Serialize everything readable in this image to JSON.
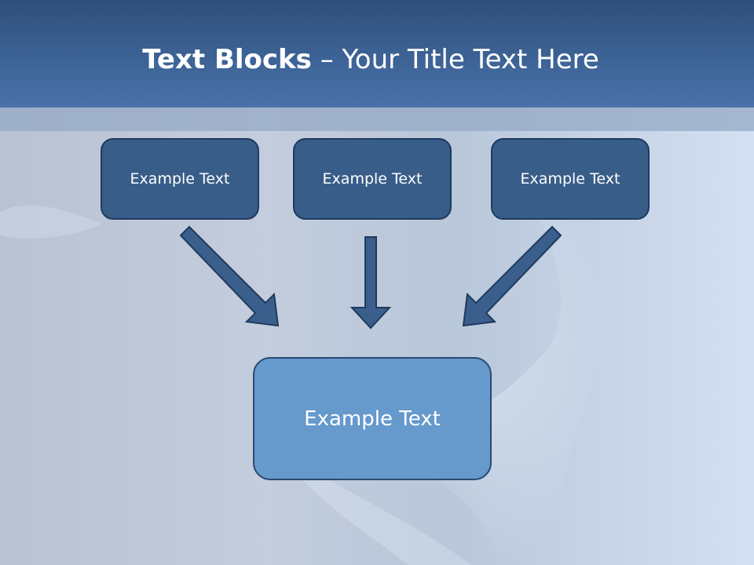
{
  "slide": {
    "title_bold": "Text Blocks",
    "title_separator": " – ",
    "title_rest": "Your Title Text Here"
  },
  "diagram": {
    "input_blocks": [
      {
        "label": "Example Text"
      },
      {
        "label": "Example Text"
      },
      {
        "label": "Example Text"
      }
    ],
    "output_block": {
      "label": "Example Text"
    }
  },
  "colors": {
    "header": "#3d6396",
    "small_box": "#395d89",
    "large_box": "#6699cc",
    "arrow_fill": "#3a5f8c",
    "arrow_stroke": "#1f3a5e"
  }
}
